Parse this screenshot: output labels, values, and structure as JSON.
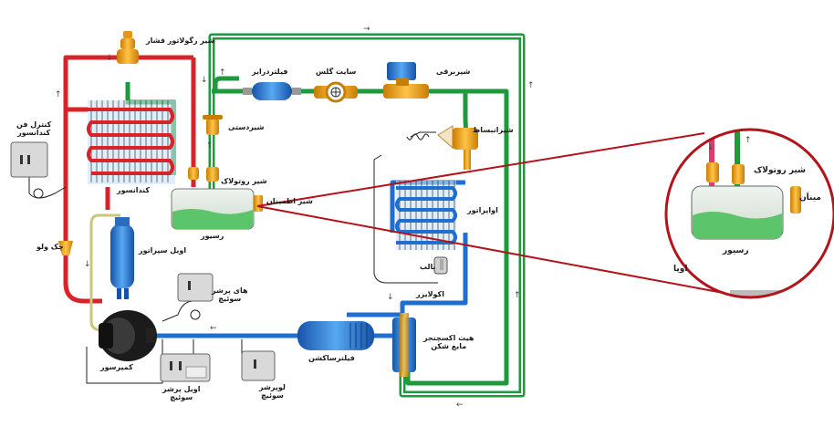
{
  "colors": {
    "hot_gas": "#d8232a",
    "liquid": "#1e9a3c",
    "suction": "#1e6fd0",
    "brass": "#f0a419",
    "receiver_liquid": "#5cc46a",
    "zoom_ring": "#b3131b"
  },
  "labels": {
    "pressure_regulator_valve": "شیر رگولاتور فشار",
    "filter_drier": "فیلتردرایر",
    "sight_glass": "سایت گلس",
    "solenoid_valve": "شیربرقی",
    "manual_valve": "شیردستی",
    "expansion_valve": "شیرانبساط",
    "condenser_fan_control": [
      "کنترل فن",
      "کندانسور"
    ],
    "condenser": "کندانسور",
    "rotalock_valve": "شیر روتولاک",
    "safety_valve": "شیر اطمینان",
    "receiver": "رسیور",
    "evaporator": "اواپراتور",
    "bulb": "بالب",
    "equalizer": "اکولایزر",
    "check_valve": "چک ولو",
    "oil_separator": "اویل سپراتور",
    "high_pressure_switch": [
      "های پرشر",
      "سوئیچ"
    ],
    "heat_exchanger": [
      "هیت اکسچنجر",
      "مایع شکن"
    ],
    "suction_filter": "فیلترساکشن",
    "compressor": "کمپرسور",
    "oil_pressure_switch": [
      "اویل پرشر",
      "سوئیچ"
    ],
    "low_pressure_switch": [
      "لوپرشر",
      "سوئیچ"
    ]
  },
  "zoom": {
    "rotalock_valve": "شیر روتولاک",
    "receiver": "رسیور",
    "partial_safety": "میناَن",
    "partial_evap": "اوپا"
  }
}
